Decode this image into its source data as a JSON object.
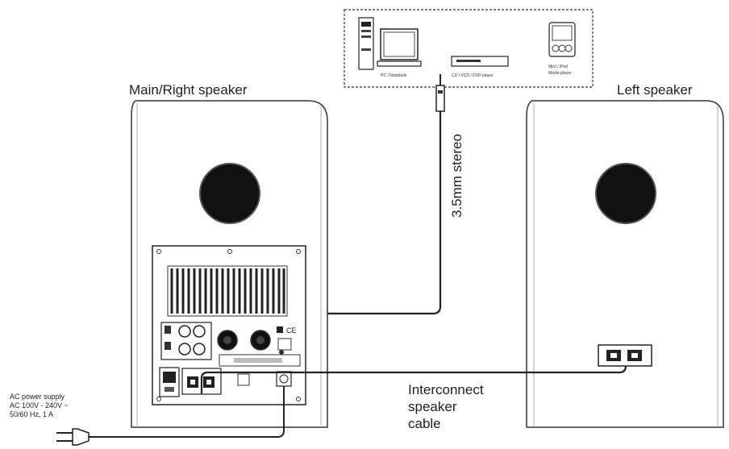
{
  "labels": {
    "main_speaker": "Main/Right speaker",
    "left_speaker": "Left speaker",
    "stereo_cable": "3.5mm stereo",
    "interconnect_line1": "Interconnect",
    "interconnect_line2": "speaker",
    "interconnect_line3": "cable",
    "ac_line1": "AC power supply",
    "ac_line2": "AC 100V - 240V ~",
    "ac_line3": "50/60 Hz, 1 A"
  },
  "sources": {
    "pc_label": "PC / Notebook",
    "cd_label": "CD / VCD / DVD player",
    "mp3_label1": "Mp3 / iPod",
    "mp3_label2": "Media player"
  }
}
